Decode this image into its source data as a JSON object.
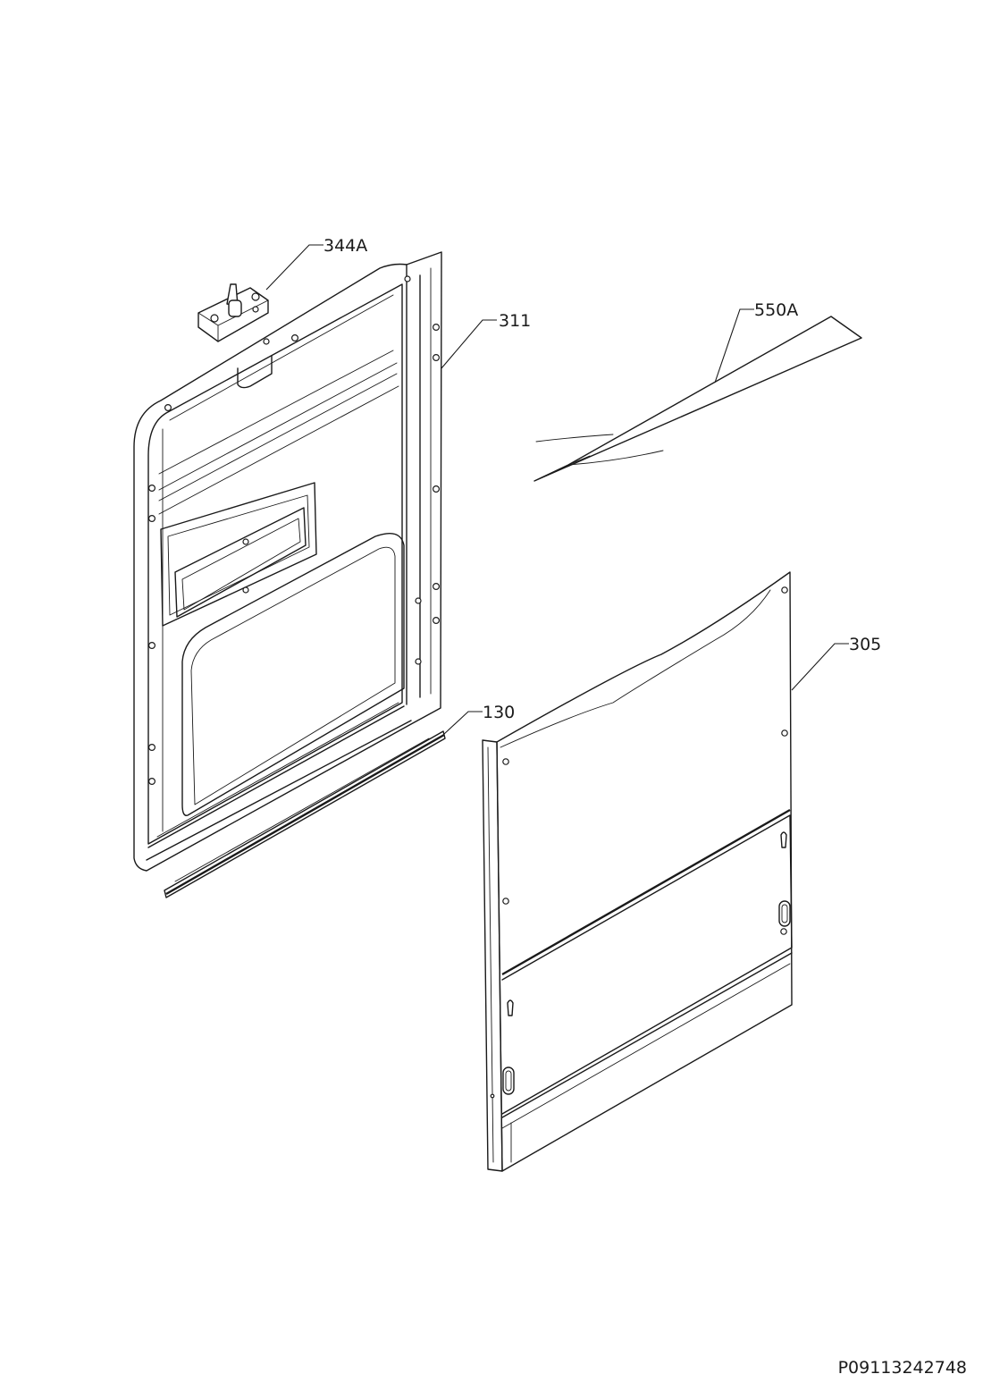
{
  "callouts": [
    {
      "id": "p344a",
      "label": "344A"
    },
    {
      "id": "p311",
      "label": "311"
    },
    {
      "id": "p550a",
      "label": "550A"
    },
    {
      "id": "p305",
      "label": "305"
    },
    {
      "id": "p130",
      "label": "130"
    }
  ],
  "drawing_code": "P09113242748"
}
